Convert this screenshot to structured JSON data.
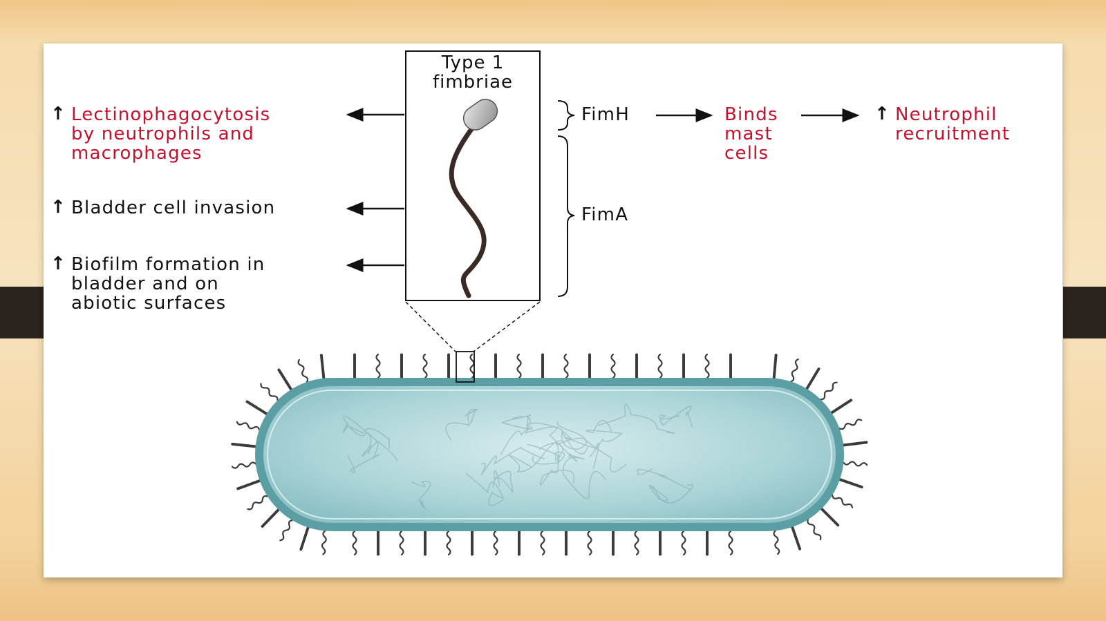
{
  "fimbria_box": {
    "title_line1": "Type 1",
    "title_line2": "fimbriae"
  },
  "effects": [
    {
      "lines": [
        "Lectinophagocytosis",
        "by neutrophils and",
        "macrophages"
      ],
      "color": "#c8102e"
    },
    {
      "lines": [
        "Bladder cell invasion"
      ],
      "color": "#111111"
    },
    {
      "lines": [
        "Biofilm formation in",
        "bladder and on",
        "abiotic surfaces"
      ],
      "color": "#111111"
    }
  ],
  "components": {
    "fimh": "FimH",
    "fima": "FimA"
  },
  "pathway": {
    "step1": [
      "Binds",
      "mast",
      "cells"
    ],
    "step2": [
      "Neutrophil",
      "recruitment"
    ]
  },
  "colors": {
    "accent_red": "#c8102e",
    "cell_fill": "#a9d3d6",
    "cell_rim": "#5b9ea3",
    "fimbria_tip": "#bdbdbd",
    "fimbria_shaft": "#3a2a26"
  }
}
